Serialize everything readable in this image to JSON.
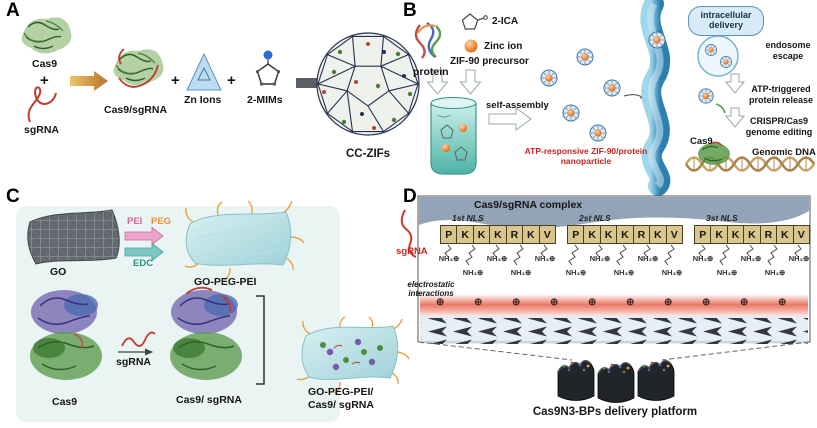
{
  "panelA": {
    "label": "A",
    "cas9_label": "Cas9",
    "plus": "+",
    "sgrna_label": "sgRNA",
    "complex_label": "Cas9/sgRNA",
    "zn_label": "Zn Ions",
    "mims_label": "2-MIMs",
    "product_label": "CC-ZIFs"
  },
  "panelB": {
    "label": "B",
    "ica_label": "2-ICA",
    "protein_label": "protein",
    "zinc_label": "Zinc ion",
    "precursor_label": "ZIF-90 precursor",
    "self_assembly": "self-assembly",
    "nanoparticle_line1": "ATP-responsive ZIF-90/protein",
    "nanoparticle_line2": "nanoparticle",
    "intracellular": "intracellular delivery",
    "endosome": "endosome escape",
    "atp_release": "ATP-triggered protein release",
    "crispr": "CRISPR/Cas9 genome editing",
    "cas9_label": "Cas9",
    "genomic_dna": "Genomic DNA"
  },
  "panelC": {
    "label": "C",
    "go_label": "GO",
    "pei_label": "PEI",
    "peg_label": "PEG",
    "edc_label": "EDC",
    "go_peg_pei_label": "GO-PEG-PEI",
    "cas9_label": "Cas9",
    "sgrna_label": "sgRNA",
    "complex_label": "Cas9/ sgRNA",
    "product_line1": "GO-PEG-PEI/",
    "product_line2": "Cas9/ sgRNA"
  },
  "panelD": {
    "label": "D",
    "complex_label": "Cas9/sgRNA complex",
    "sgrna_label": "sgRNA",
    "electrostatic": "electrostatic interactions",
    "nh3": "NH₃⊕",
    "plus_circle": "⊕",
    "platform_label": "Cas9N3-BPs delivery platform",
    "nls": [
      {
        "title": "1st NLS",
        "residues": [
          "P",
          "K",
          "K",
          "K",
          "R",
          "K",
          "V"
        ]
      },
      {
        "title": "2st NLS",
        "residues": [
          "P",
          "K",
          "K",
          "K",
          "R",
          "K",
          "V"
        ]
      },
      {
        "title": "3st NLS",
        "residues": [
          "P",
          "K",
          "K",
          "K",
          "R",
          "K",
          "V"
        ]
      }
    ]
  },
  "colors": {
    "cas9_green": "#5a9a4a",
    "sgrna_red": "#c43a2e",
    "zif_navy": "#26324e",
    "membrane_blue": "#2d7fae",
    "teal": "#2e8f86",
    "zinc_orange": "#e8812f",
    "panel_c_bg": "#e9f4f3",
    "nls_tan": "#d8c68e",
    "band_red": "#e8604a",
    "highlight_red_text": "#cc2222"
  }
}
